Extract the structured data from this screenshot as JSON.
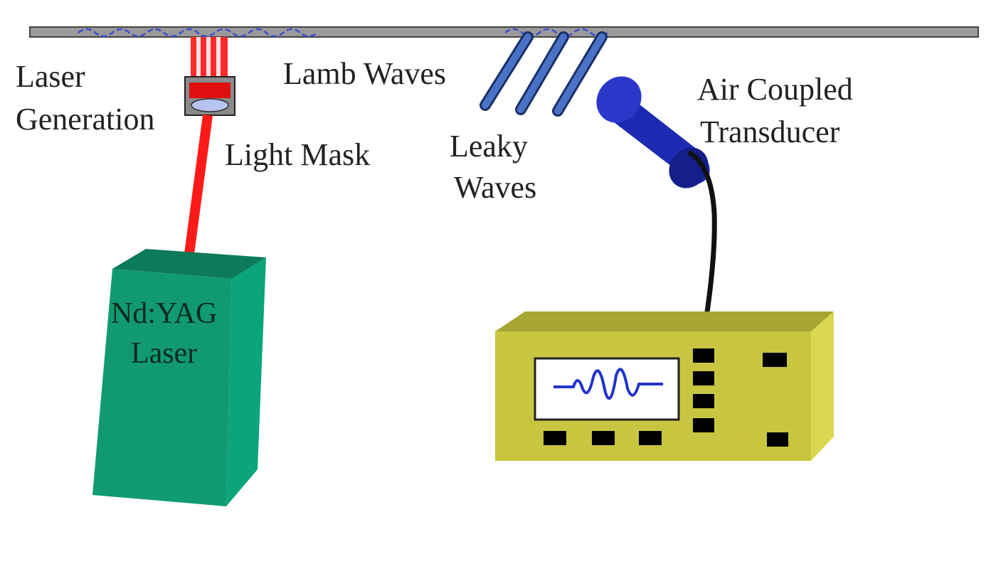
{
  "labels": {
    "laser_generation_line1": "Laser",
    "laser_generation_line2": "Generation",
    "light_mask": "Light Mask",
    "lamb_waves": "Lamb Waves",
    "leaky_waves_line1": "Leaky",
    "leaky_waves_line2": "Waves",
    "air_coupled_line1": "Air Coupled",
    "air_coupled_line2": "Transducer",
    "ndyag_line1": "Nd:YAG",
    "ndyag_line2": "Laser"
  },
  "colors": {
    "plate": "#9a9a9a",
    "laser_beam": "#ff1a1a",
    "wave": "#3a4fd0",
    "leaky_wave": "#4a73c7",
    "laser_box_front": "#119a72",
    "laser_box_side": "#0aa57a",
    "laser_box_top": "#0d7a5a",
    "transducer": "#1c2ab3",
    "cable": "#111111",
    "instrument_front": "#c8c640",
    "instrument_top": "#a7a533",
    "instrument_side": "#d9d84e",
    "screen_trace": "#2233cc",
    "button": "#000000"
  }
}
